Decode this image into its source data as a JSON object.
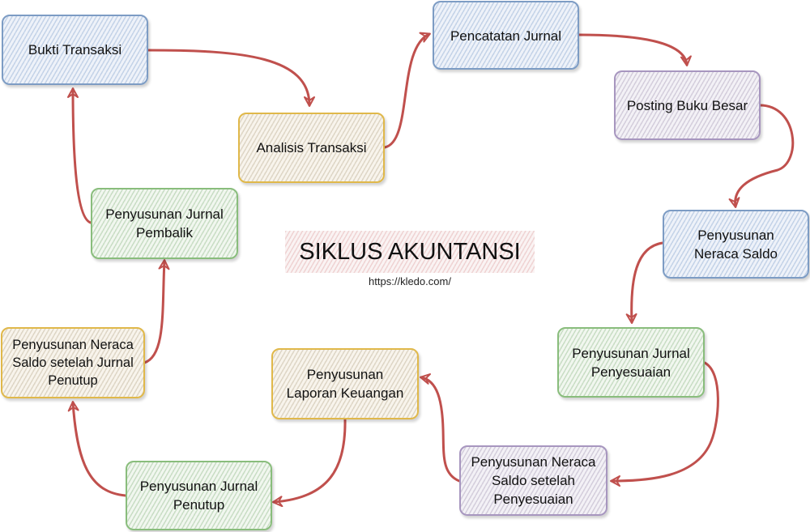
{
  "title": "SIKLUS AKUNTANSI",
  "url": "https://kledo.com/",
  "colors": {
    "arrow": "#c0504d",
    "blue_border": "#7d9cc4",
    "orange_border": "#e0b84a",
    "purple_border": "#a796bf",
    "green_border": "#89bd7c",
    "title_fill": "#efd3d3"
  },
  "nodes": [
    {
      "id": "bukti-transaksi",
      "label": "Bukti Transaksi",
      "color": "blue"
    },
    {
      "id": "analisis-transaksi",
      "label": "Analisis Transaksi",
      "color": "orange"
    },
    {
      "id": "pencatatan-jurnal",
      "label": "Pencatatan Jurnal",
      "color": "blue"
    },
    {
      "id": "posting-buku-besar",
      "label": "Posting Buku Besar",
      "color": "purple"
    },
    {
      "id": "penyusunan-neraca-saldo",
      "label": "Penyusunan\nNeraca Saldo",
      "color": "blue"
    },
    {
      "id": "penyusunan-jurnal-penyesuaian",
      "label": "Penyusunan Jurnal\nPenyesuaian",
      "color": "green"
    },
    {
      "id": "neraca-saldo-setelah-penyesuaian",
      "label": "Penyusunan Neraca\nSaldo setelah\nPenyesuaian",
      "color": "purple"
    },
    {
      "id": "penyusunan-laporan-keuangan",
      "label": "Penyusunan\nLaporan Keuangan",
      "color": "orange"
    },
    {
      "id": "penyusunan-jurnal-penutup",
      "label": "Penyusunan Jurnal\nPenutup",
      "color": "green"
    },
    {
      "id": "neraca-saldo-setelah-jurnal-penutup",
      "label": "Penyusunan Neraca\nSaldo setelah Jurnal\nPenutup",
      "color": "orange"
    },
    {
      "id": "penyusunan-jurnal-pembalik",
      "label": "Penyusunan Jurnal\nPembalik",
      "color": "green"
    }
  ],
  "edges": [
    {
      "from": "bukti-transaksi",
      "to": "analisis-transaksi"
    },
    {
      "from": "analisis-transaksi",
      "to": "pencatatan-jurnal"
    },
    {
      "from": "pencatatan-jurnal",
      "to": "posting-buku-besar"
    },
    {
      "from": "posting-buku-besar",
      "to": "penyusunan-neraca-saldo"
    },
    {
      "from": "penyusunan-neraca-saldo",
      "to": "penyusunan-jurnal-penyesuaian"
    },
    {
      "from": "penyusunan-jurnal-penyesuaian",
      "to": "neraca-saldo-setelah-penyesuaian"
    },
    {
      "from": "neraca-saldo-setelah-penyesuaian",
      "to": "penyusunan-laporan-keuangan"
    },
    {
      "from": "penyusunan-laporan-keuangan",
      "to": "penyusunan-jurnal-penutup"
    },
    {
      "from": "penyusunan-jurnal-penutup",
      "to": "neraca-saldo-setelah-jurnal-penutup"
    },
    {
      "from": "neraca-saldo-setelah-jurnal-penutup",
      "to": "penyusunan-jurnal-pembalik"
    },
    {
      "from": "penyusunan-jurnal-pembalik",
      "to": "bukti-transaksi"
    }
  ]
}
